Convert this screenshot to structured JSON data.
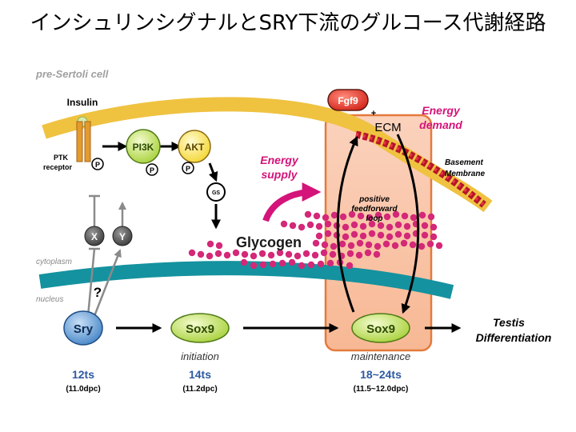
{
  "title": "インシュリンシグナルとSRY下流のグルコース代謝経路",
  "diagram": {
    "cell_label": "pre-Sertoli cell",
    "cytoplasm_label": "cytoplasm",
    "nucleus_label": "nucleus",
    "insulin_label": "Insulin",
    "receptor_label_1": "PTK",
    "receptor_label_2": "receptor",
    "phospho": "P",
    "pi3k": "PI3K",
    "akt": "AKT",
    "gs": "GS",
    "glycogen": "Glycogen",
    "energy_supply_1": "Energy",
    "energy_supply_2": "supply",
    "energy_demand_1": "Energy",
    "energy_demand_2": "demand",
    "fgf9": "Fgf9",
    "plus": "+",
    "ecm": "ECM",
    "basement_1": "Basement",
    "basement_2": "Membrane",
    "loop_1": "positive",
    "loop_2": "feedforward",
    "loop_3": "loop",
    "x_node": "X",
    "y_node": "Y",
    "question": "?",
    "sry": "Sry",
    "sox9": "Sox9",
    "sox9_2": "Sox9",
    "testis_1": "Testis",
    "testis_2": "Differentiation",
    "initiation": "initiation",
    "maintenance": "maintenance",
    "stage1": "12ts",
    "stage1_dpc": "(11.0dpc)",
    "stage2": "14ts",
    "stage2_dpc": "(11.2dpc)",
    "stage3": "18~24ts",
    "stage3_dpc": "(11.5~12.0dpc)"
  }
}
